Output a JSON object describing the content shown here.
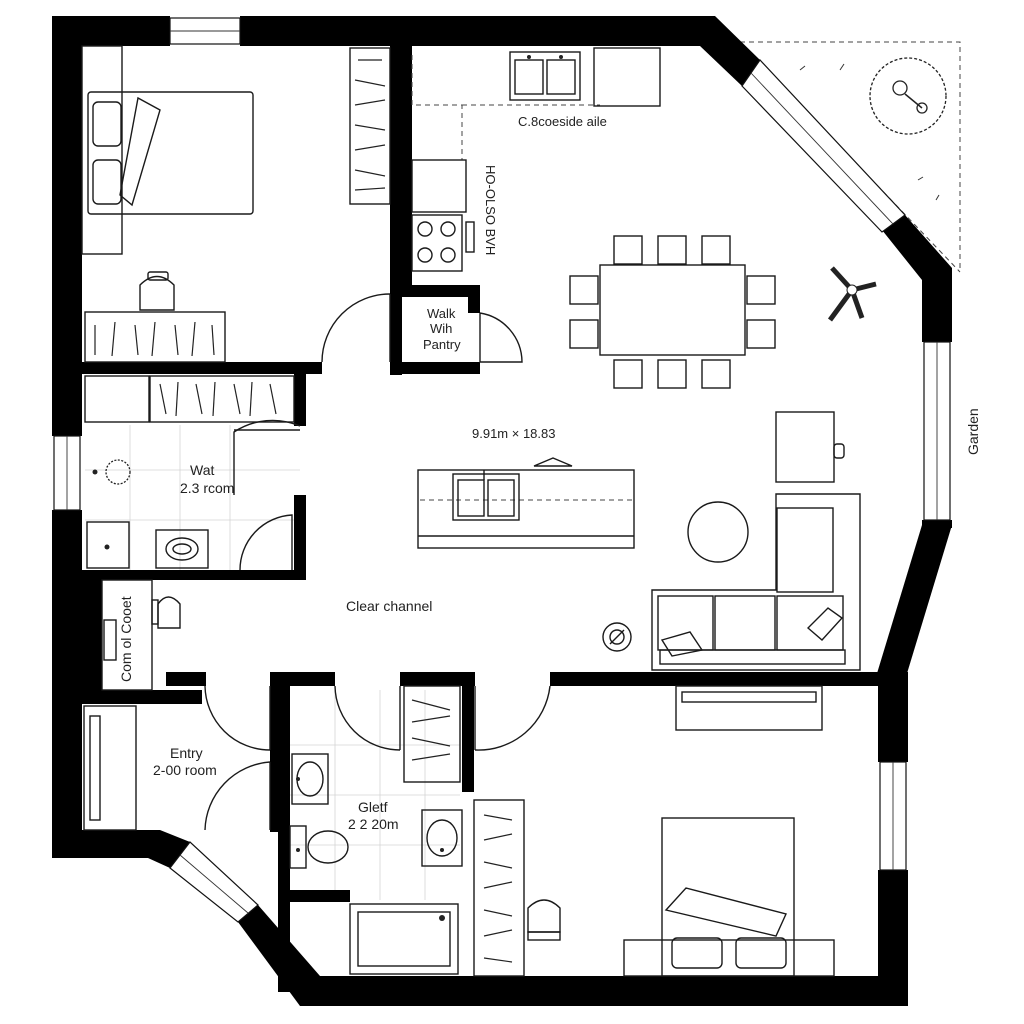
{
  "colors": {
    "wall": "#000000",
    "line": "#1a1a1a",
    "background": "#ffffff"
  },
  "labels": {
    "outside_area": "C.8coeside aile",
    "kitchen_vertical": "HO-OLSO BVH",
    "walk_in_pantry": [
      "Walk",
      "Wih",
      "Pantry"
    ],
    "great_room_dims": "9.91m × 18.83",
    "garden": "Garden",
    "wet_room": "Wat",
    "wet_room_dims": "2.3 rcom",
    "clear_channel": "Clear channel",
    "coat_closet": "Com ol Cooet",
    "entry": "Entry",
    "entry_dims": "2-00 room",
    "bath": "Gletf",
    "bath_dims": "2 2 20m"
  },
  "icons": [
    "bed-icon",
    "desk-chair-icon",
    "sink-icon",
    "toilet-icon",
    "bathtub-icon",
    "stove-icon",
    "dining-table-icon",
    "sofa-icon",
    "ceiling-fan-icon",
    "tree-icon",
    "lamp-icon"
  ]
}
